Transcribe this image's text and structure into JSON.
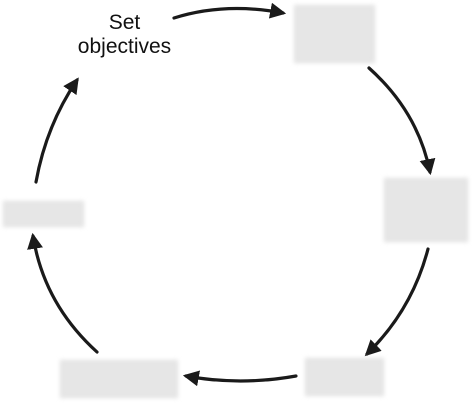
{
  "diagram": {
    "type": "cycle",
    "arrow_color": "#1a1a1a",
    "nodes": [
      {
        "id": "set-objectives",
        "label": "Set\nobjectives",
        "obscured": false
      },
      {
        "id": "step-2",
        "label": "",
        "obscured": true
      },
      {
        "id": "step-3",
        "label": "",
        "obscured": true
      },
      {
        "id": "step-4",
        "label": "",
        "obscured": true
      },
      {
        "id": "step-5",
        "label": "",
        "obscured": true
      },
      {
        "id": "step-6",
        "label": "",
        "obscured": true
      }
    ],
    "edges": [
      {
        "from": "set-objectives",
        "to": "step-2"
      },
      {
        "from": "step-2",
        "to": "step-3"
      },
      {
        "from": "step-3",
        "to": "step-4"
      },
      {
        "from": "step-4",
        "to": "step-5"
      },
      {
        "from": "step-5",
        "to": "step-6"
      },
      {
        "from": "step-6",
        "to": "set-objectives"
      }
    ]
  }
}
